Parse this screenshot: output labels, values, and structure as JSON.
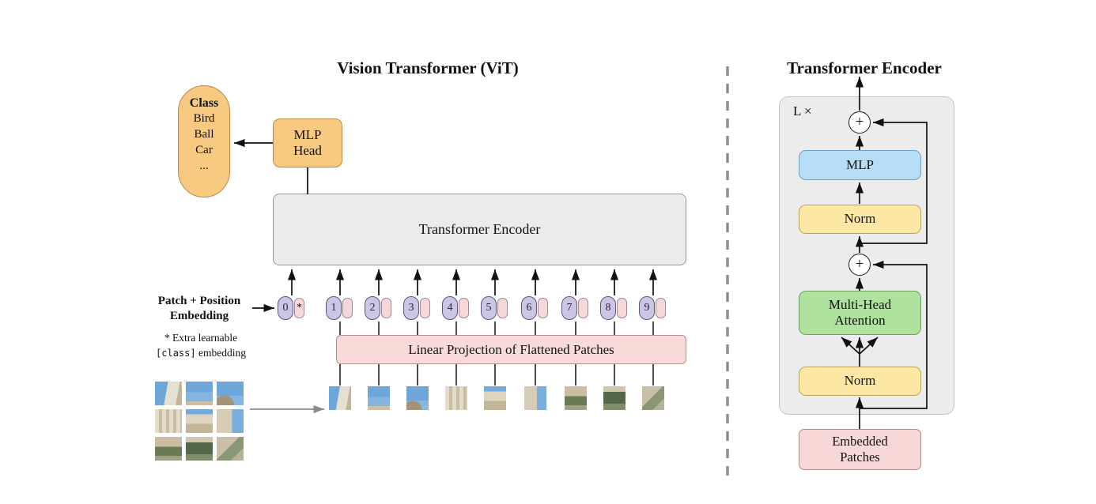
{
  "left": {
    "title": "Vision Transformer (ViT)",
    "class_pill": {
      "heading": "Class",
      "items": [
        "Bird",
        "Ball",
        "Car",
        "..."
      ]
    },
    "mlp_head_line1": "MLP",
    "mlp_head_line2": "Head",
    "encoder_label": "Transformer Encoder",
    "patch_position_line1": "Patch + Position",
    "patch_position_line2": "Embedding",
    "footnote_line1": "* Extra learnable",
    "footnote_code": "[class]",
    "footnote_suffix": " embedding",
    "linear_projection_label": "Linear Projection of Flattened Patches",
    "class_token_mark": "*",
    "tokens": [
      "0",
      "1",
      "2",
      "3",
      "4",
      "5",
      "6",
      "7",
      "8",
      "9"
    ]
  },
  "right": {
    "title": "Transformer Encoder",
    "loop_label": "L ×",
    "plus": "+",
    "mlp_label": "MLP",
    "norm_top_label": "Norm",
    "attention_line1": "Multi-Head",
    "attention_line2": "Attention",
    "norm_bottom_label": "Norm",
    "embedded_line1": "Embedded",
    "embedded_line2": "Patches"
  },
  "colors": {
    "orange": "#f8c981",
    "gray_box": "#ebebeb",
    "pink": "#f8dbd9",
    "lavender": "#cdc5e5",
    "blue": "#b8ddf6",
    "yellow": "#fce8a4",
    "green": "#aee29e",
    "arrow": "#111111",
    "divider": "#8f8f8f"
  }
}
